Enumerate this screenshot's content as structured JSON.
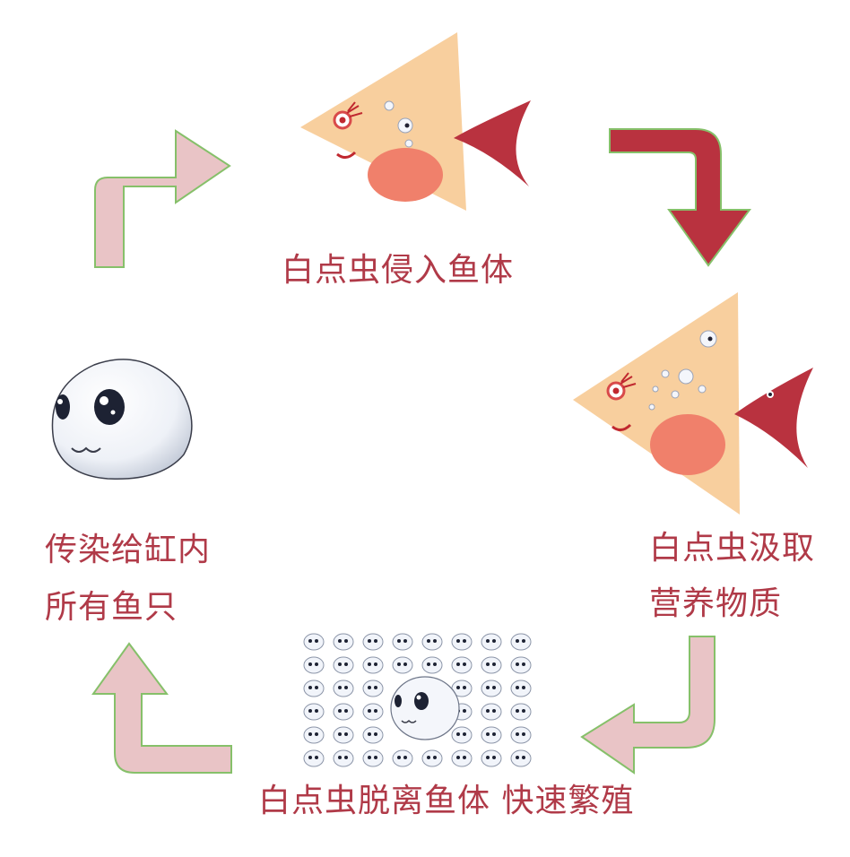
{
  "diagram": {
    "steps": [
      {
        "id": "invade",
        "label": "白点虫侵入鱼体"
      },
      {
        "id": "absorb",
        "label_line1": "白点虫汲取",
        "label_line2": "营养物质"
      },
      {
        "id": "detach",
        "label": "白点虫脱离鱼体 快速繁殖"
      },
      {
        "id": "spread",
        "label_line1": "传染给缸内",
        "label_line2": "所有鱼只"
      }
    ],
    "icons": {
      "fish": "fish-icon",
      "parasite": "white-spot-parasite-icon",
      "arrow": "cycle-arrow-icon"
    },
    "colors": {
      "label": "#b03a48",
      "fish_body": "#f8cf9e",
      "fish_tail": "#b9323f",
      "fish_cheek": "#f0806b",
      "arrow_dark": "#b9323f",
      "arrow_light": "#e9c4c6",
      "arrow_outline": "#86c06a"
    }
  }
}
